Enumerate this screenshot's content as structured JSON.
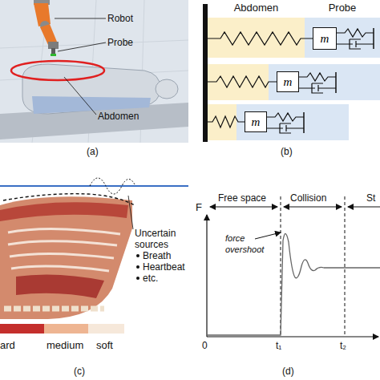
{
  "diagram": {
    "nodes": [
      {
        "text": [
          "Abdomen"
        ]
      },
      {
        "text": [
          "Probe"
        ]
      },
      {
        "text": [
          "m"
        ],
        "in": 1
      },
      {
        "text": [
          "m"
        ]
      },
      {
        "text": [
          "m"
        ]
      }
    ],
    "labels": [
      "Robot",
      "Probe",
      "Abdomen",
      "(a)",
      "(b)",
      "Uncertain sources",
      "Breath",
      "Heartbeat",
      "etc.",
      "(c)",
      "F",
      "Free space",
      "Collision",
      "St",
      "force overshoot",
      "0",
      "t₁",
      "t₂",
      "(d)"
    ],
    "legend": [
      {
        "text": "ard",
        "color": "#c42f2c"
      },
      {
        "text": "medium",
        "color": "#eeb592"
      },
      {
        "text": "soft",
        "color": "#f6e8da"
      }
    ]
  }
}
